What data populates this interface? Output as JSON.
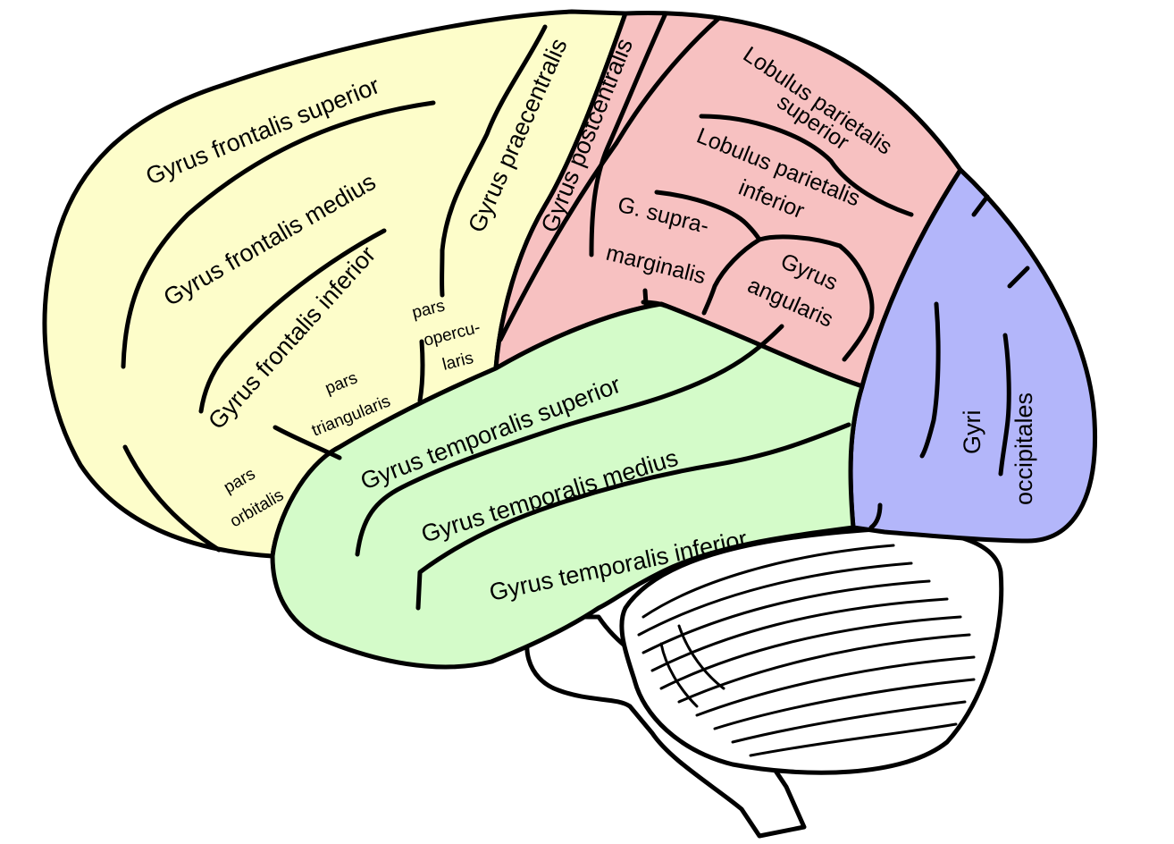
{
  "regions": {
    "frontal_color": "#fdfdca",
    "parietal_color": "#f7c1c1",
    "temporal_color": "#d4fbc9",
    "occipital_color": "#b3b6fa",
    "cerebellum_color": "#ffffff"
  },
  "labels": {
    "gyrus_frontalis_superior": "Gyrus frontalis superior",
    "gyrus_frontalis_medius": "Gyrus frontalis medius",
    "gyrus_frontalis_inferior": "Gyrus frontalis inferior",
    "gyrus_praecentralis": "Gyrus praecentralis",
    "gyrus_postcentralis": "Gyrus postcentralis",
    "lobulus_parietalis_superior_1": "Lobulus parietalis",
    "lobulus_parietalis_superior_2": "superior",
    "lobulus_parietalis_inferior_1": "Lobulus parietalis",
    "lobulus_parietalis_inferior_2": "inferior",
    "g_supramarginalis_1": "G. supra-",
    "g_supramarginalis_2": "marginalis",
    "gyrus_angularis_1": "Gyrus",
    "gyrus_angularis_2": "angularis",
    "pars_opercularis_1": "pars",
    "pars_opercularis_2": "opercu-",
    "pars_opercularis_3": "laris",
    "pars_triangularis_1": "pars",
    "pars_triangularis_2": "triangularis",
    "pars_orbitalis_1": "pars",
    "pars_orbitalis_2": "orbitalis",
    "gyrus_temporalis_superior": "Gyrus temporalis superior",
    "gyrus_temporalis_medius": "Gyrus temporalis medius",
    "gyrus_temporalis_inferior": "Gyrus temporalis inferior",
    "gyri_occipitales_1": "Gyri",
    "gyri_occipitales_2": "occipitales"
  }
}
